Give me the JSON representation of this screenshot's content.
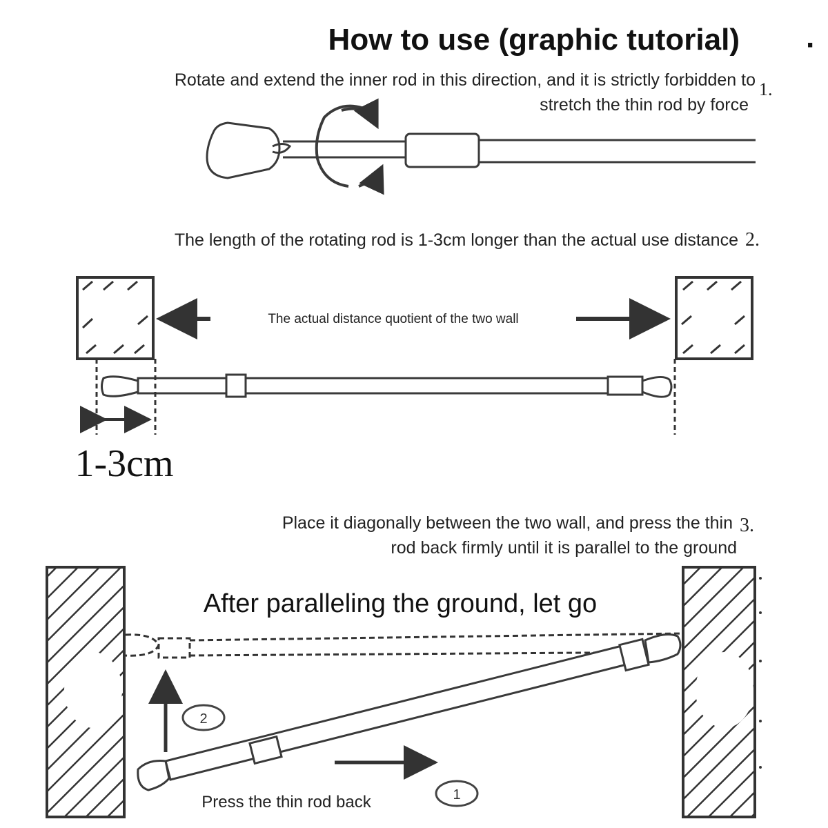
{
  "title": "How to use (graphic tutorial)",
  "bullet": "·",
  "step1": {
    "number": "1.",
    "line1": "Rotate and extend the inner rod in this direction, and it is strictly forbidden to",
    "line2": "stretch the thin rod by force"
  },
  "step2": {
    "number": "2.",
    "text": "The length of the rotating rod is 1-3cm longer than the actual use distance",
    "distance_label": "The actual distance quotient of the two wall",
    "extra_label": "1-3cm"
  },
  "step3": {
    "number": "3.",
    "line1": "Place it diagonally between the two wall, and press the thin",
    "line2": "rod back firmly until it is parallel to the ground",
    "after_label": "After paralleling the ground, let go",
    "press_label": "Press the thin rod back",
    "badge_1": "1",
    "badge_2": "2"
  },
  "colors": {
    "ink": "#2a2a2a",
    "line": "#3a3a3a",
    "hatch": "#444444",
    "bg": "#ffffff"
  }
}
